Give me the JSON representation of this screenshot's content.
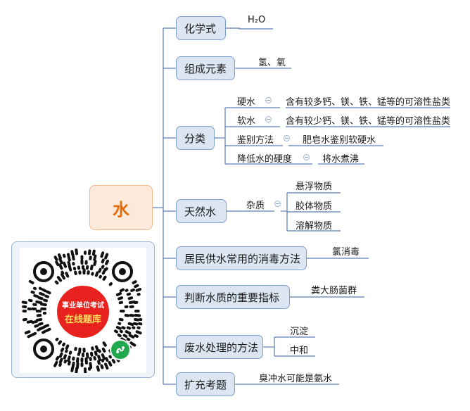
{
  "root": {
    "label": "水"
  },
  "topics": {
    "formula": {
      "label": "化学式",
      "leaves": [
        "H₂O"
      ]
    },
    "elements": {
      "label": "组成元素",
      "leaves": [
        "氢、氧"
      ]
    },
    "classify": {
      "label": "分类",
      "hard": {
        "label": "硬水",
        "detail": "含有较多钙、镁、铁、锰等的可溶性盐类"
      },
      "soft": {
        "label": "软水",
        "detail": "含有较少钙、镁、铁、锰等的可溶性盐类"
      },
      "identify": {
        "label": "鉴别方法",
        "detail": "肥皂水鉴别软硬水"
      },
      "reduce": {
        "label": "降低水的硬度",
        "detail": "将水煮沸"
      }
    },
    "natural": {
      "label": "天然水",
      "impurity": {
        "label": "杂质",
        "items": [
          "悬浮物质",
          "胶体物质",
          "溶解物质"
        ]
      }
    },
    "disinfect": {
      "label": "居民供水常用的消毒方法",
      "leaves": [
        "氯消毒"
      ]
    },
    "indicator": {
      "label": "判断水质的重要指标",
      "leaves": [
        "粪大肠菌群"
      ]
    },
    "wastewater": {
      "label": "废水处理的方法",
      "leaves": [
        "沉淀",
        "中和"
      ]
    },
    "extend": {
      "label": "扩充考题",
      "leaves": [
        "臭冲水可能是氨水"
      ]
    }
  },
  "qr": {
    "seal_top": "事业单位考试",
    "seal_main": "在线题库"
  },
  "colors": {
    "line": "#5b7fb8",
    "topic_fill": "#dce6f2",
    "root_fill": "#fde9d9",
    "root_text": "#e46c0a"
  }
}
